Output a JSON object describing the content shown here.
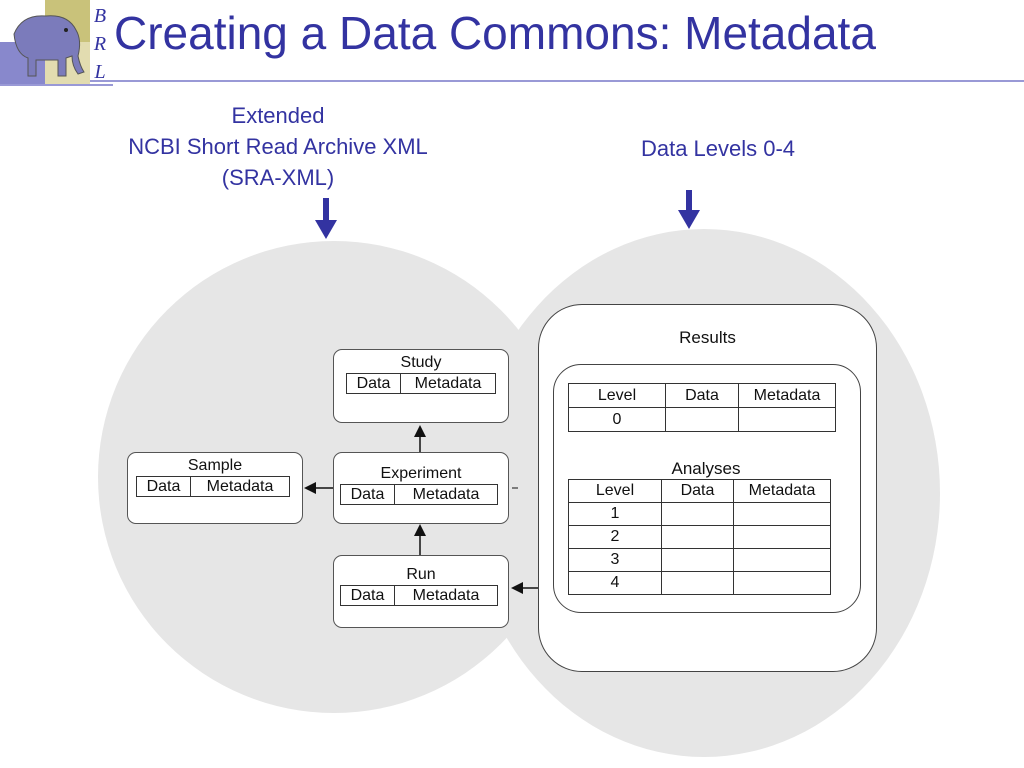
{
  "slide": {
    "title": "Creating a Data Commons: Metadata",
    "logo_letters": [
      "B",
      "R",
      "L"
    ]
  },
  "captions": {
    "left_lines": [
      "Extended",
      "NCBI Short Read Archive XML",
      "(SRA-XML)"
    ],
    "right": "Data Levels 0-4"
  },
  "entities": {
    "study": {
      "title": "Study",
      "data": "Data",
      "metadata": "Metadata"
    },
    "sample": {
      "title": "Sample",
      "data": "Data",
      "metadata": "Metadata"
    },
    "experiment": {
      "title": "Experiment",
      "data": "Data",
      "metadata": "Metadata"
    },
    "run": {
      "title": "Run",
      "data": "Data",
      "metadata": "Metadata"
    }
  },
  "results": {
    "title": "Results",
    "headers": [
      "Level",
      "Data",
      "Metadata"
    ],
    "rows": [
      "0"
    ],
    "analyses": {
      "title": "Analyses",
      "headers": [
        "Level",
        "Data",
        "Metadata"
      ],
      "rows": [
        "1",
        "2",
        "3",
        "4"
      ]
    }
  },
  "colors": {
    "accent": "#3333a1",
    "blob": "#e6e6e6",
    "rule": "#9999d6"
  }
}
